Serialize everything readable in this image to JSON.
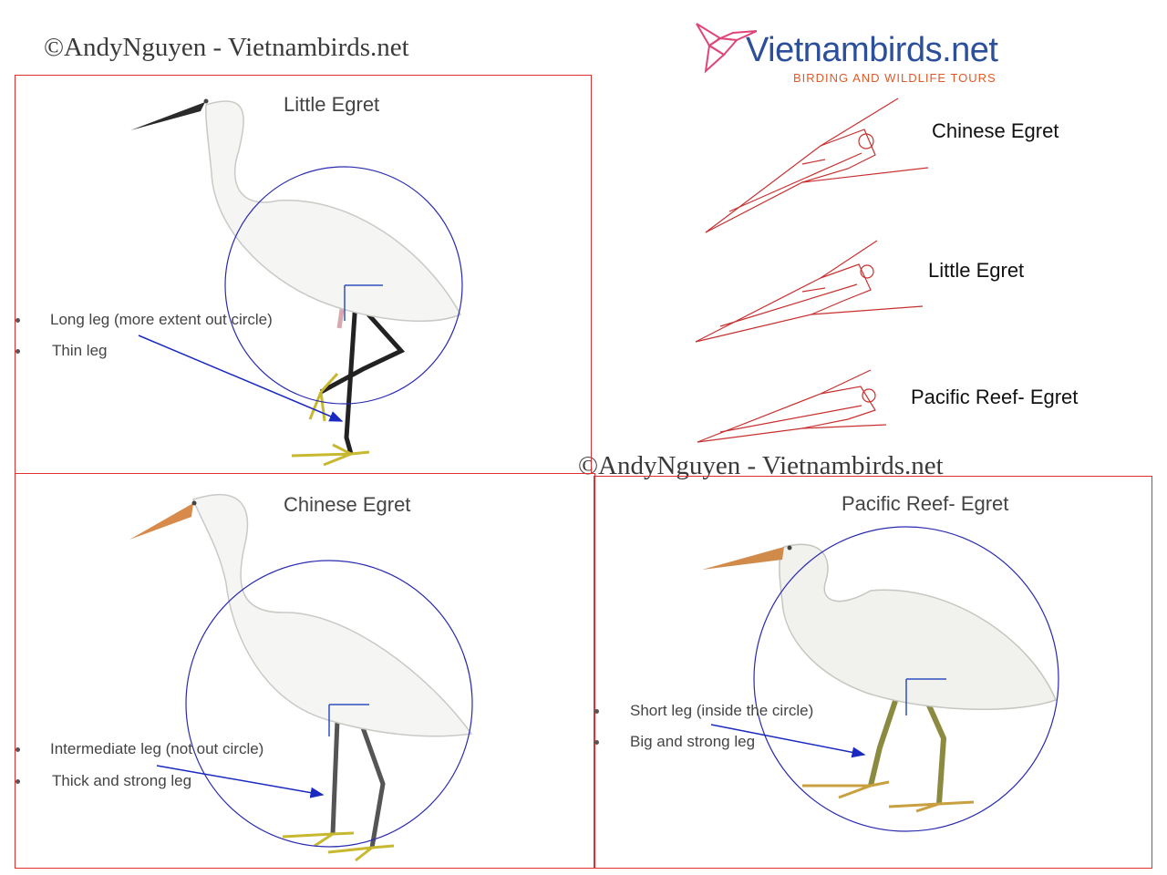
{
  "watermarks": [
    "©AndyNguyen - Vietnambirds.net",
    "©AndyNguyen - Vietnambirds.net"
  ],
  "logo": {
    "name": "Vietnambirds.net",
    "tagline": "BIRDING AND WILDLIFE TOURS",
    "colors": {
      "name": "#2b4f9a",
      "tagline": "#e05a2a",
      "bird": "#e0457a"
    }
  },
  "bill_comparison": [
    "Chinese Egret",
    "Little Egret",
    "Pacific Reef- Egret"
  ],
  "panels": {
    "little": {
      "title": "Little Egret",
      "notes": [
        "Long leg (more extent out circle)",
        "Thin leg"
      ]
    },
    "chinese": {
      "title": "Chinese Egret",
      "notes": [
        "Intermediate leg (not out circle)",
        "Thick and strong leg"
      ]
    },
    "pacific": {
      "title": "Pacific Reef- Egret",
      "notes": [
        "Short leg (inside the circle)",
        "Big and strong leg"
      ]
    }
  },
  "colors": {
    "frame": "#e03030",
    "circle": "#2a2ab0",
    "arrow": "#1a2ac0",
    "bill_sketch": "#c83030"
  }
}
